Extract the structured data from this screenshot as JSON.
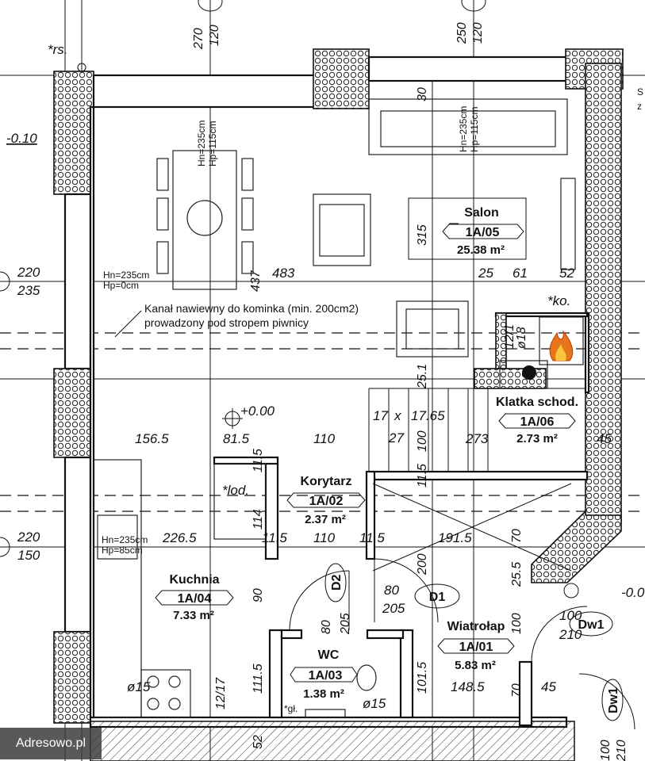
{
  "rooms": [
    {
      "name": "Salon",
      "code": "1A/05",
      "area": "25.38 m²"
    },
    {
      "name": "Klatka schod.",
      "code": "1A/06",
      "area": "2.73 m²"
    },
    {
      "name": "Korytarz",
      "code": "1A/02",
      "area": "2.37 m²"
    },
    {
      "name": "Kuchnia",
      "code": "1A/04",
      "area": "7.33 m²"
    },
    {
      "name": "Wiatrołap",
      "code": "1A/01",
      "area": "5.83 m²"
    },
    {
      "name": "WC",
      "code": "1A/03",
      "area": "1.38 m²"
    }
  ],
  "labels": {
    "rs": "*rs.",
    "ko": "*ko.",
    "lod": "*lod.",
    "gl": "*gł.",
    "level_left": "-0.10",
    "level_center": "+0.00",
    "level_right": "-0.0",
    "duct_note_1": "Kanał nawiewny do kominka (min. 200cm2)",
    "duct_note_2": "prowadzony pod stropem piwnicy",
    "hn_dining": "Hn=235cm",
    "hp_dining": "Hp=115cm",
    "hn_salon": "Hn=235cm",
    "hp_salon": "Hp=115cm",
    "hn_left": "Hn=235cm",
    "hp_left": "Hp=0cm",
    "hn_kitchen": "Hn=235cm",
    "hp_kitchen": "Hp=85cm",
    "stair_17": "17",
    "stair_x": "x",
    "stair_1765": "17.65",
    "stair_27": "27",
    "door_d1": "D1",
    "door_d2": "D2",
    "door_dw1": "Dw1",
    "door_dw1b": "Dw1",
    "phi15": "ø15",
    "phi15b": "ø15",
    "phi18": "ø18",
    "duct_121": "12/1",
    "duct_1217": "12/17",
    "cut_S": "S",
    "cut_z": "z"
  },
  "dimensions": {
    "top_270": "270",
    "top_120a": "120",
    "top_250": "250",
    "top_120b": "120",
    "d30": "30",
    "d315": "315",
    "d437": "437",
    "d483": "483",
    "d25": "25",
    "d61": "61",
    "d52": "52",
    "d25_1": "25.1",
    "d220a": "220",
    "d235": "235",
    "d220b": "220",
    "d150": "150",
    "d1565": "156.5",
    "d815": "81.5",
    "d110a": "110",
    "d100": "100",
    "d273": "273",
    "d45a": "45",
    "d115a": "11.5",
    "d114": "114",
    "d115b": "11.5",
    "d2265": "226.5",
    "d115c": "11.5",
    "d110b": "110",
    "d115d": "11.5",
    "d1915": "191.5",
    "d70a": "70",
    "d200": "200",
    "d255": "25.5",
    "d90": "90",
    "d80a": "80",
    "d205a": "205",
    "d80b": "80",
    "d205b": "205",
    "d100b": "100",
    "d100c": "100",
    "d210": "210",
    "d1115": "111.5",
    "d1015": "101.5",
    "d1485": "148.5",
    "d70b": "70",
    "d45b": "45",
    "d52b": "52",
    "d100d": "100",
    "d210b": "210"
  },
  "watermark": "Adresowo.pl"
}
